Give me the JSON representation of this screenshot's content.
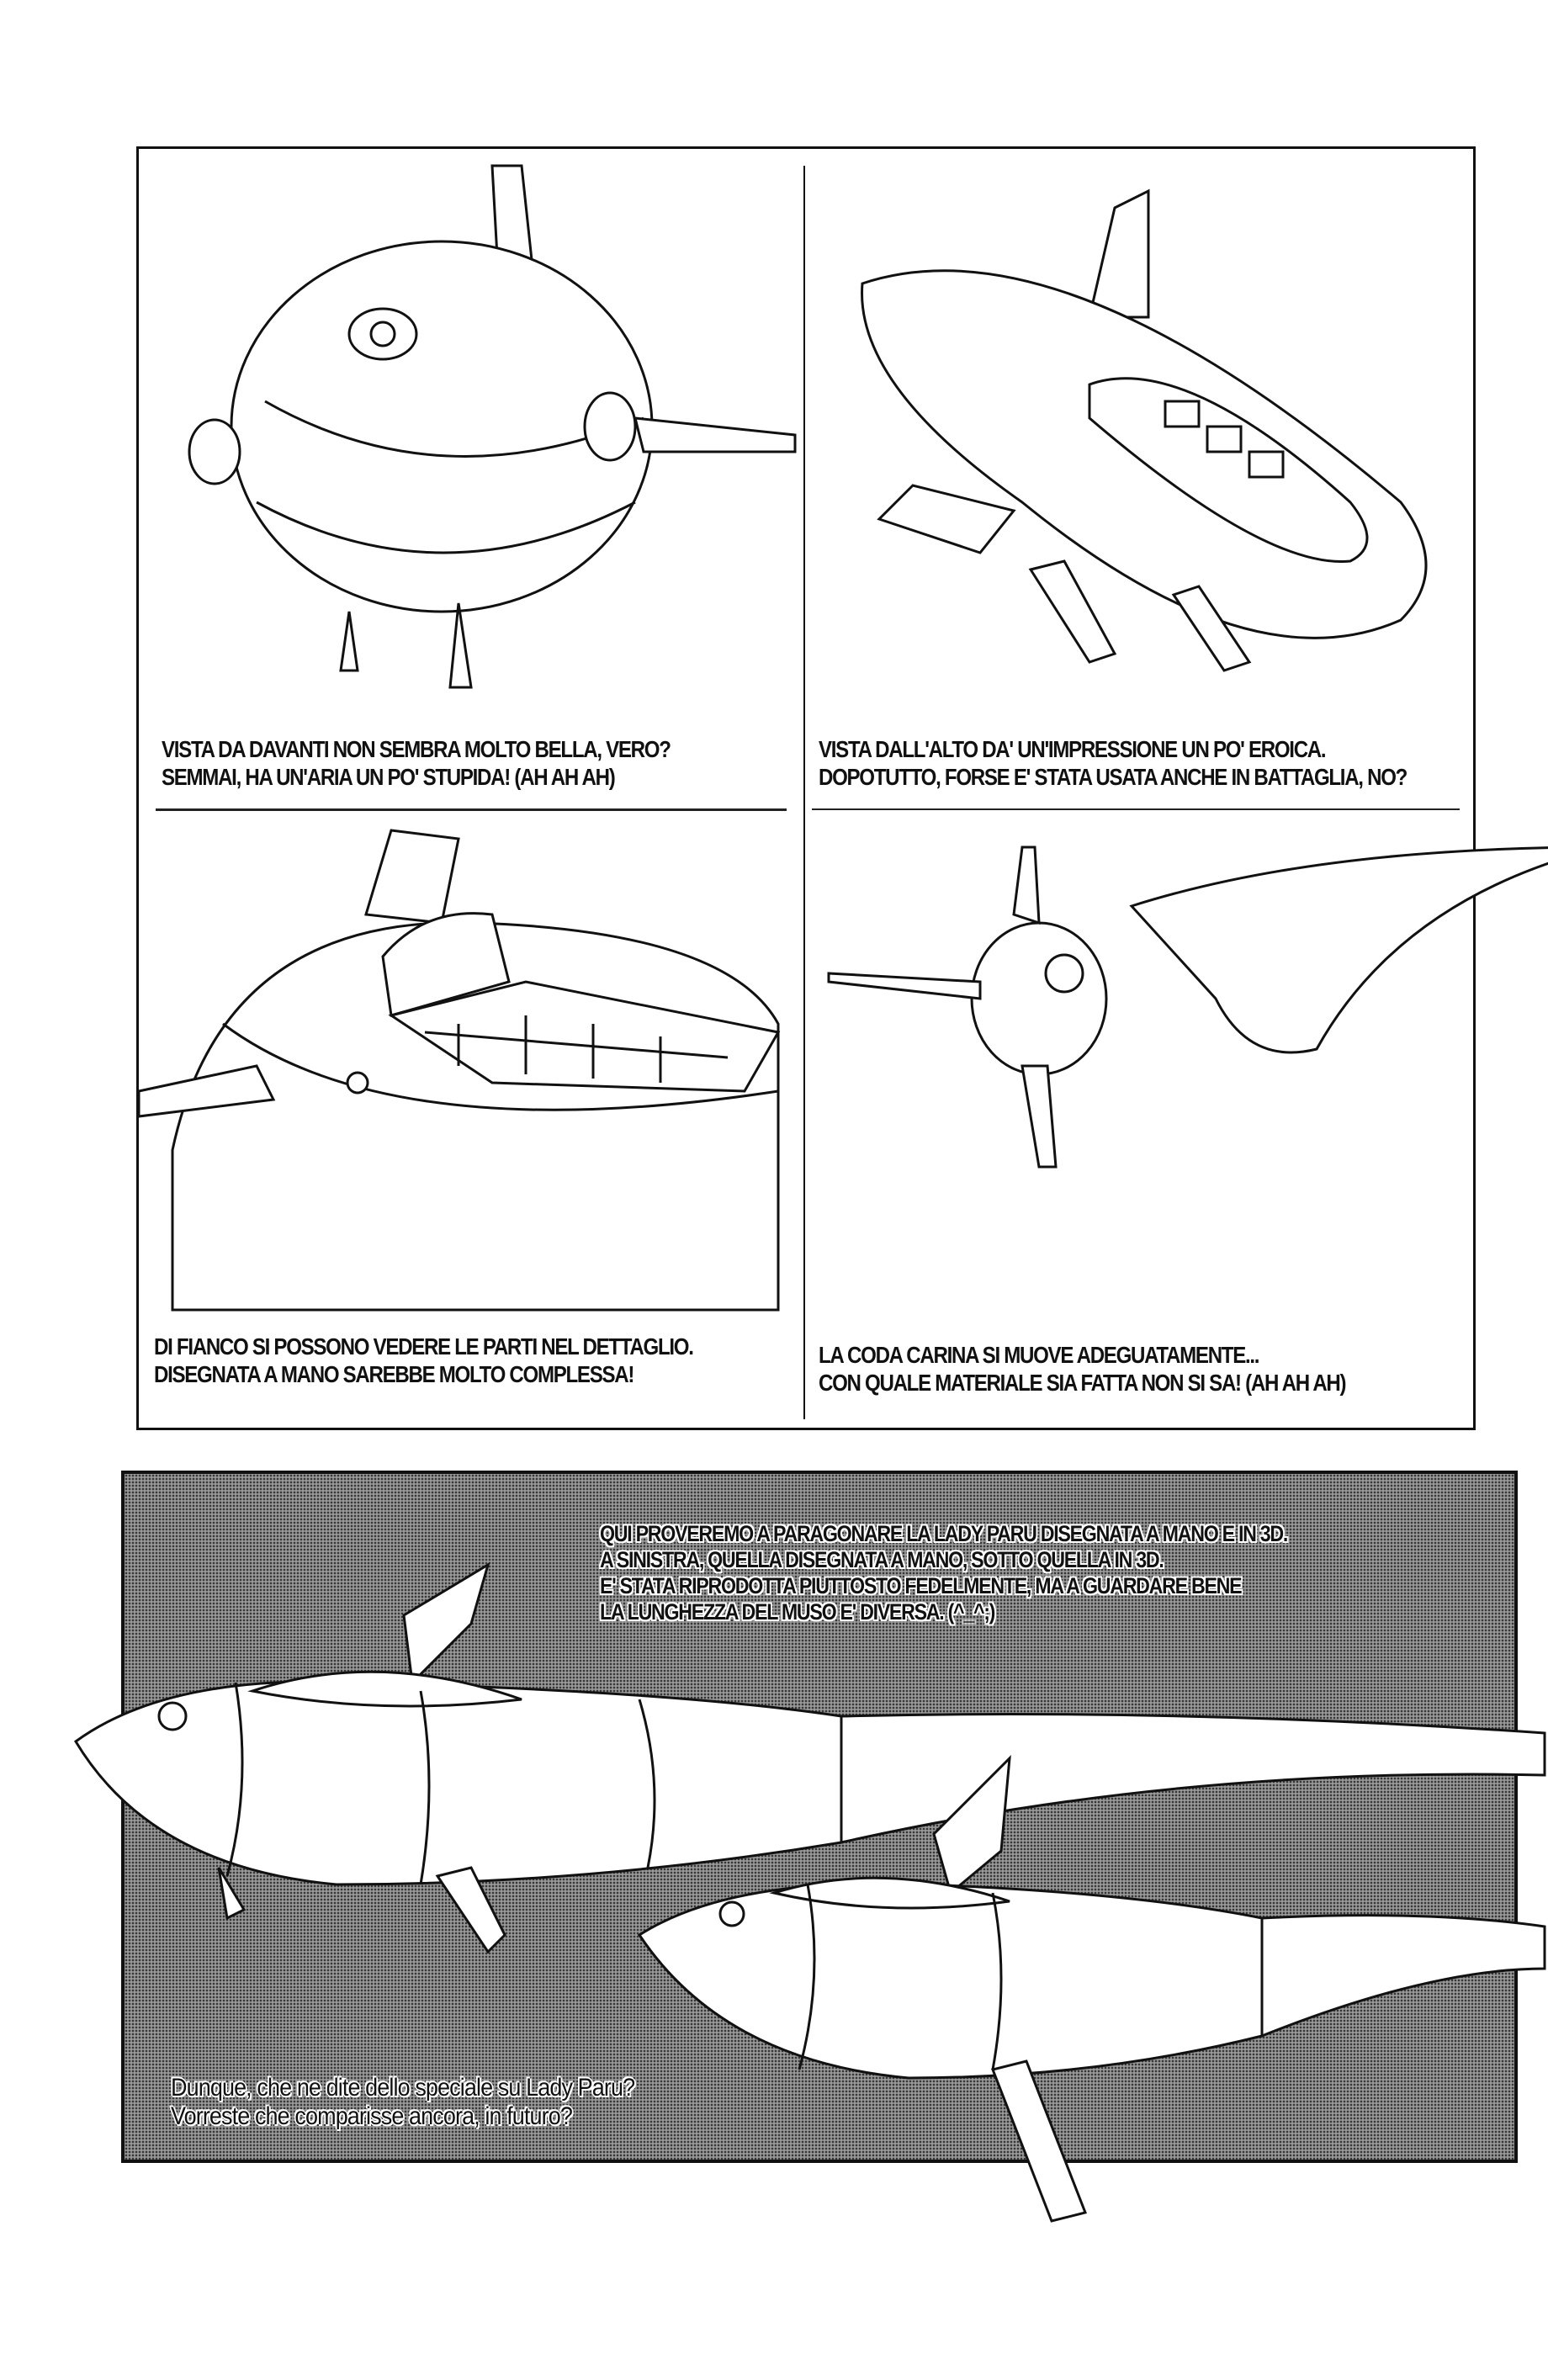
{
  "top_panels": [
    {
      "caption_lines": [
        "VISTA DA DAVANTI NON SEMBRA MOLTO BELLA, VERO?",
        "SEMMAI, HA UN'ARIA UN PO' STUPIDA! (AH AH AH)"
      ]
    },
    {
      "caption_lines": [
        "VISTA DALL'ALTO DA' UN'IMPRESSIONE UN PO' EROICA.",
        "DOPOTUTTO, FORSE E' STATA USATA ANCHE IN BATTAGLIA, NO?"
      ]
    },
    {
      "caption_lines": [
        "DI FIANCO SI POSSONO VEDERE LE PARTI NEL DETTAGLIO.",
        "DISEGNATA A MANO SAREBBE MOLTO COMPLESSA!"
      ]
    },
    {
      "caption_lines": [
        "LA CODA CARINA SI MUOVE ADEGUATAMENTE...",
        "CON QUALE MATERIALE SIA FATTA NON SI SA! (AH AH AH)"
      ]
    }
  ],
  "comparison_panel": {
    "intro_lines": [
      "QUI PROVEREMO A PARAGONARE LA LADY PARU DISEGNATA A MANO E IN 3D.",
      "A SINISTRA, QUELLA DISEGNATA A MANO, SOTTO QUELLA IN 3D.",
      "E' STATA RIPRODOTTA PIUTTOSTO FEDELMENTE, MA A GUARDARE BENE",
      "LA LUNGHEZZA DEL MUSO E' DIVERSA. (^_^;)"
    ],
    "closing_lines": [
      "Dunque, che ne dite dello speciale su Lady Paru?",
      "Vorreste che comparisse ancora, in futuro?"
    ]
  }
}
